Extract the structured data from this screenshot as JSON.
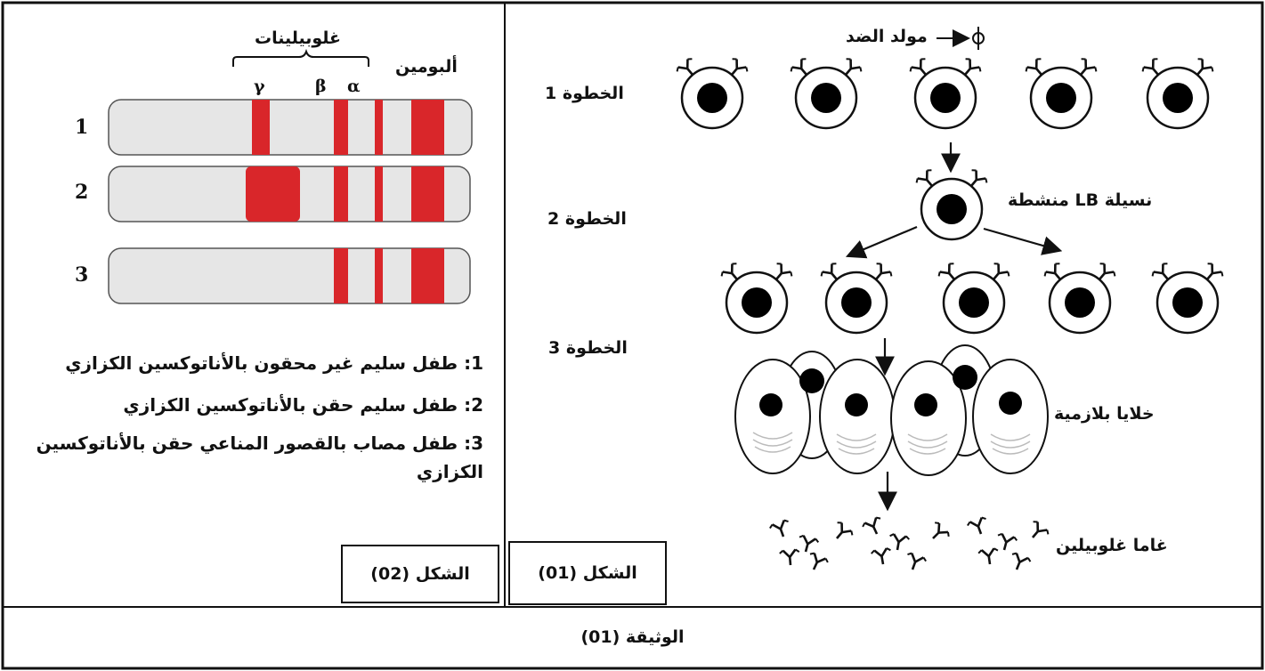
{
  "figure1": {
    "steps": [
      "الخطوة 1",
      "الخطوة 2",
      "الخطوة 3"
    ],
    "antigen_label": "مولد الضد",
    "clone_label": "نسيلة LB منشطة",
    "plasma_label": "خلايا بلازمية",
    "gamma_label": "غاما غلوبيلين",
    "caption": "الشكل (01)"
  },
  "figure2": {
    "group_label": "غلوبيلينات",
    "albumin_label": "ألبومين",
    "greek": [
      "γ",
      "β",
      "α"
    ],
    "rows": [
      "1",
      "2",
      "3"
    ],
    "legend": [
      "1: طفل سليم غير محقون بالأناتوكسين الكزازي",
      "2: طفل سليم حقن بالأناتوكسين الكزازي",
      "3: طفل مصاب بالقصور المناعي حقن بالأناتوكسين",
      "الكزازي"
    ],
    "caption": "الشكل (02)"
  },
  "document_caption": "الوثيقة (01)",
  "colors": {
    "band": "#d9262a",
    "strip": "#e6e6e6",
    "cell": "#000000"
  },
  "icons": [
    "lymphocyte-cell-icon",
    "antibody-receptor-icon",
    "plasma-cell-icon",
    "arrow-icon",
    "electrophoresis-strip-icon"
  ]
}
